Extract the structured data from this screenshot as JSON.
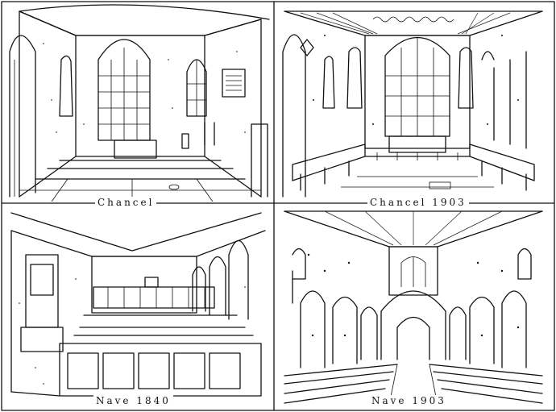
{
  "panels": [
    {
      "id": "top-left",
      "caption": "Chancel"
    },
    {
      "id": "top-right",
      "caption": "Chancel 1903"
    },
    {
      "id": "bottom-left",
      "caption": "Nave 1840"
    },
    {
      "id": "bottom-right",
      "caption": "Nave 1903"
    }
  ],
  "colors": {
    "ink": "#111111",
    "paper": "#ffffff"
  }
}
